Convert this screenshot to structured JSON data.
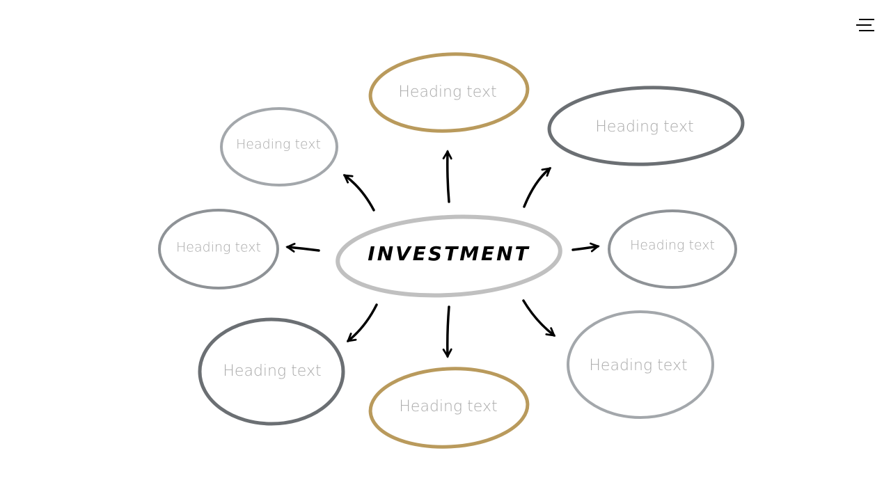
{
  "center": {
    "label": "INVESTMENT",
    "color": "#c0c0c0"
  },
  "nodes": [
    {
      "label": "Heading text",
      "color": "#b99a5c"
    },
    {
      "label": "Heading text",
      "color": "#a3a7ab"
    },
    {
      "label": "Heading text",
      "color": "#6b6f73"
    },
    {
      "label": "Heading text",
      "color": "#8e9296"
    },
    {
      "label": "Heading text",
      "color": "#8e9296"
    },
    {
      "label": "Heading text",
      "color": "#6b6f73"
    },
    {
      "label": "Heading text",
      "color": "#b99a5c"
    },
    {
      "label": "Heading text",
      "color": "#a3a7ab"
    }
  ],
  "menu_icon": "hamburger-menu-icon"
}
